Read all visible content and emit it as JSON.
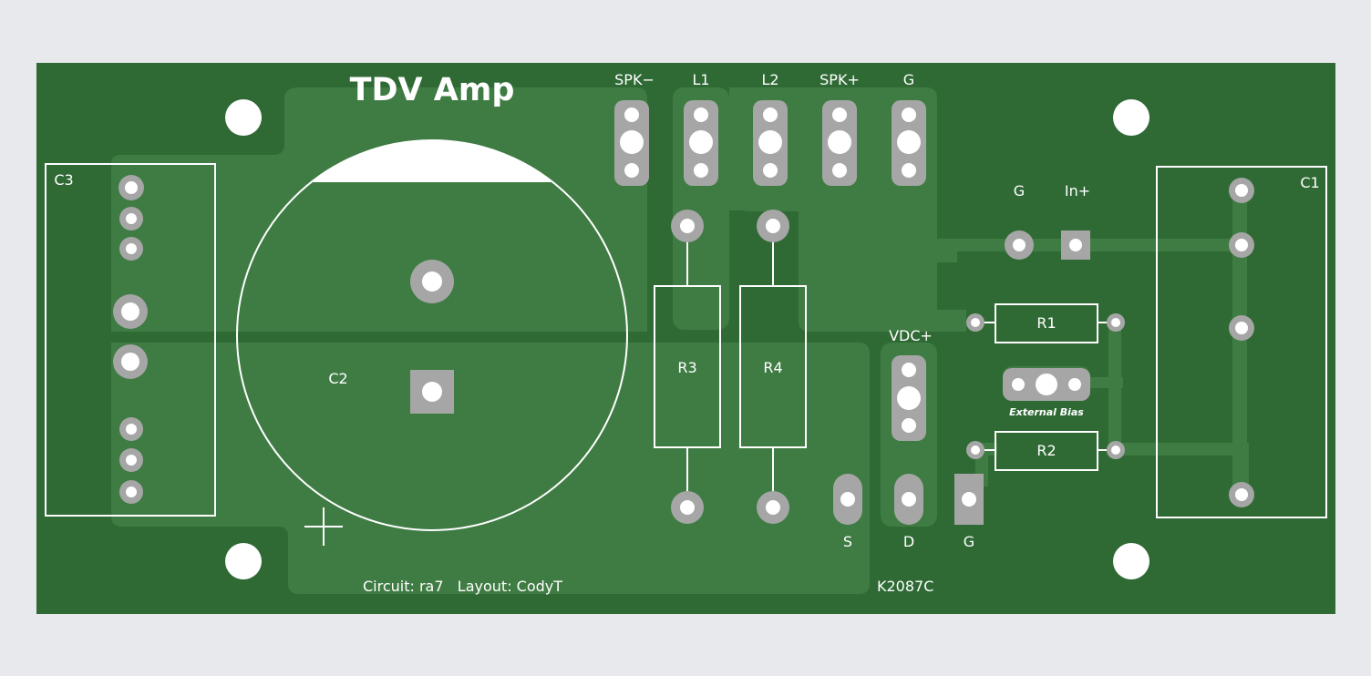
{
  "title": "TDV Amp",
  "credit": "Circuit: ra7   Layout: CodyT",
  "board_id": "K2087C",
  "colors": {
    "background": "#e8e9ed",
    "board": "#2f6a35",
    "copper_pour": "#3f7c43",
    "silkscreen": "#ffffff",
    "pad": "#a6a6a6"
  },
  "terminals": {
    "spk_minus": "SPK−",
    "l1": "L1",
    "l2": "L2",
    "spk_plus": "SPK+",
    "g_top": "G",
    "g_input": "G",
    "in_plus": "In+",
    "vdc_plus": "VDC+",
    "s": "S",
    "d": "D",
    "g_bottom": "G"
  },
  "components": {
    "c1": "C1",
    "c2": "C2",
    "c3": "C3",
    "r1": "R1",
    "r2": "R2",
    "r3": "R3",
    "r4": "R4",
    "external_bias": "External Bias"
  }
}
